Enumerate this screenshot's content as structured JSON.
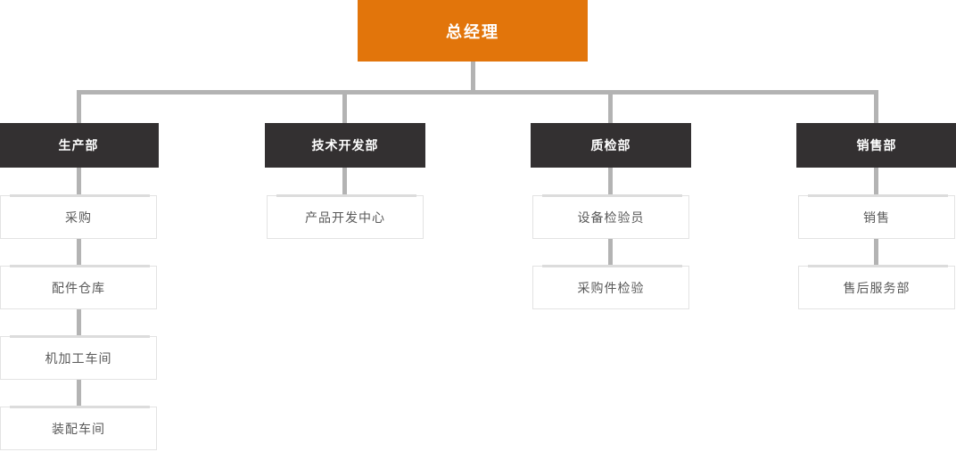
{
  "chart": {
    "type": "org-chart",
    "root": {
      "label": "总经理"
    },
    "columns": [
      {
        "head": "生产部",
        "children": [
          "采购",
          "配件仓库",
          "机加工车间",
          "装配车间"
        ]
      },
      {
        "head": "技术开发部",
        "children": [
          "产品开发中心"
        ]
      },
      {
        "head": "质检部",
        "children": [
          "设备检验员",
          "采购件检验"
        ]
      },
      {
        "head": "销售部",
        "children": [
          "销售",
          "售后服务部"
        ]
      }
    ],
    "colors": {
      "root_bg": "#e2750b",
      "root_text": "#ffffff",
      "head_bg": "#333031",
      "head_text": "#ffffff",
      "leaf_bg": "#ffffff",
      "leaf_border": "#e3e3e3",
      "leaf_top_bar": "#dcdcdc",
      "leaf_text": "#595959",
      "connector": "#b3b3b3",
      "background": "#ffffff"
    }
  }
}
